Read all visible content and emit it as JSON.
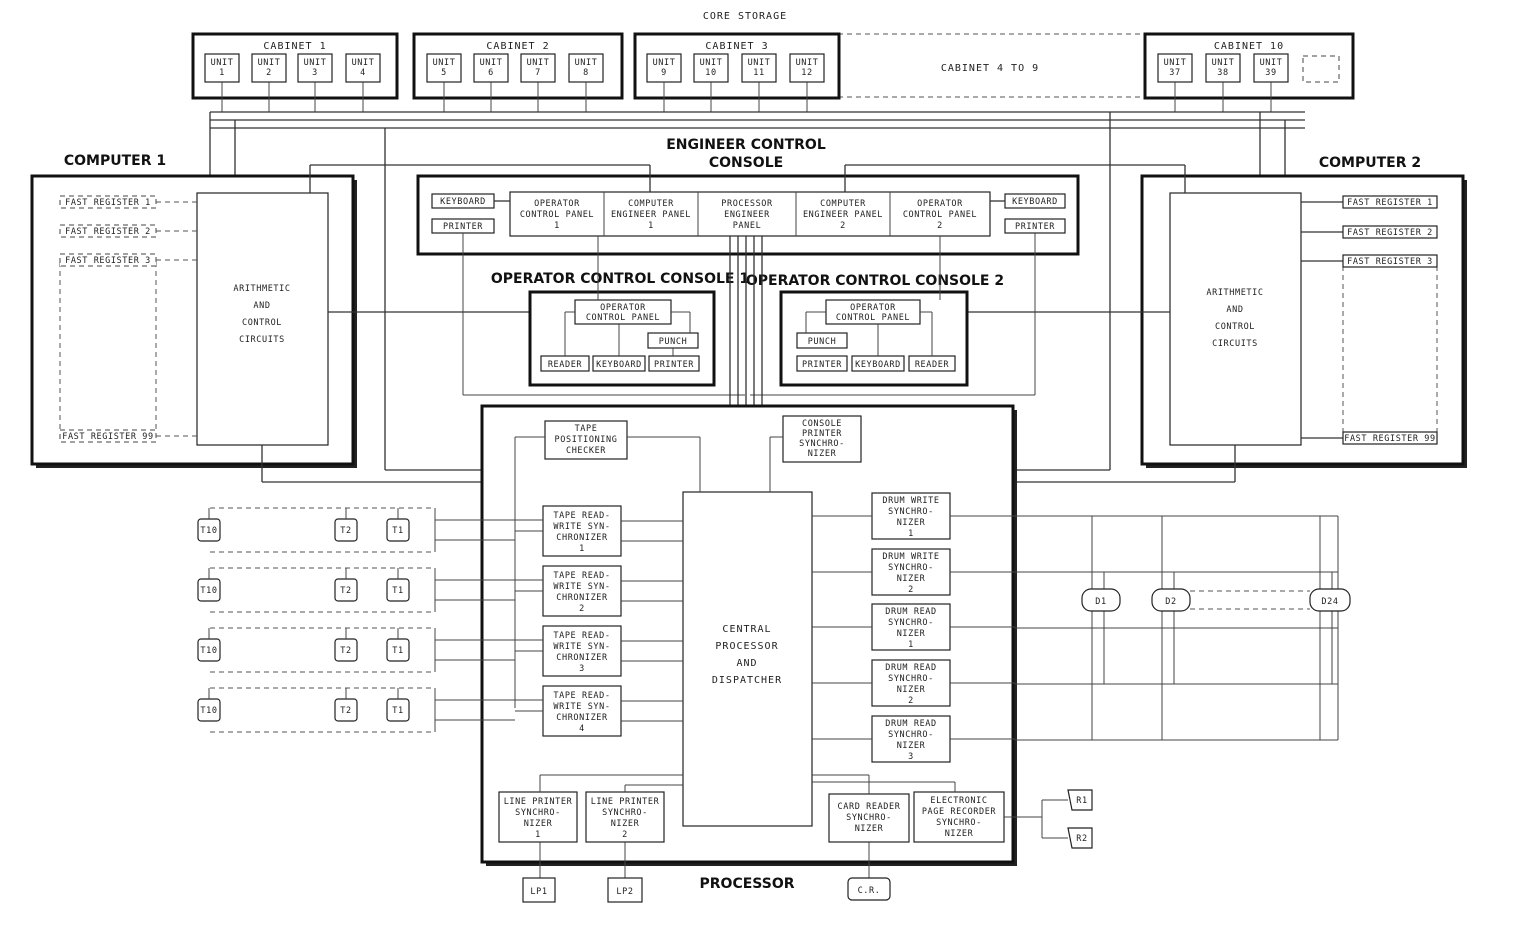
{
  "top_label": "CORE STORAGE",
  "cabinets": [
    {
      "label": "CABINET 1",
      "units": [
        "UNIT 1",
        "UNIT 2",
        "UNIT 3",
        "UNIT 4"
      ]
    },
    {
      "label": "CABINET 2",
      "units": [
        "UNIT 5",
        "UNIT 6",
        "UNIT 7",
        "UNIT 8"
      ]
    },
    {
      "label": "CABINET 3",
      "units": [
        "UNIT 9",
        "UNIT 10",
        "UNIT 11",
        "UNIT 12"
      ]
    },
    {
      "label": "CABINET 10",
      "units": [
        "UNIT 37",
        "UNIT 38",
        "UNIT 39"
      ]
    }
  ],
  "cabinets_4_to_9": "CABINET 4 TO 9",
  "computer1": {
    "title": "COMPUTER 1",
    "registers": [
      "FAST REGISTER 1",
      "FAST REGISTER 2",
      "FAST REGISTER 3",
      "FAST REGISTER 99"
    ],
    "arith": [
      "ARITHMETIC",
      "AND",
      "CONTROL",
      "CIRCUITS"
    ]
  },
  "computer2": {
    "title": "COMPUTER 2",
    "registers": [
      "FAST REGISTER 1",
      "FAST REGISTER 2",
      "FAST REGISTER 3",
      "FAST REGISTER 99"
    ],
    "arith": [
      "ARITHMETIC",
      "AND",
      "CONTROL",
      "CIRCUITS"
    ]
  },
  "engineer_console": {
    "title_line1": "ENGINEER CONTROL",
    "title_line2": "CONSOLE",
    "keyboard": "KEYBOARD",
    "printer": "PRINTER",
    "panels": [
      [
        "OPERATOR",
        "CONTROL PANEL",
        "1"
      ],
      [
        "COMPUTER",
        "ENGINEER PANEL",
        "1"
      ],
      [
        "PROCESSOR",
        "ENGINEER",
        "PANEL"
      ],
      [
        "COMPUTER",
        "ENGINEER PANEL",
        "2"
      ],
      [
        "OPERATOR",
        "CONTROL PANEL",
        "2"
      ]
    ]
  },
  "op_console1": {
    "title": "OPERATOR CONTROL CONSOLE 1",
    "panel": [
      "OPERATOR",
      "CONTROL PANEL"
    ],
    "punch": "PUNCH",
    "reader": "READER",
    "keyboard": "KEYBOARD",
    "printer": "PRINTER"
  },
  "op_console2": {
    "title": "OPERATOR CONTROL CONSOLE 2",
    "panel": [
      "OPERATOR",
      "CONTROL PANEL"
    ],
    "punch": "PUNCH",
    "printer": "PRINTER",
    "keyboard": "KEYBOARD",
    "reader": "READER"
  },
  "processor": {
    "title": "PROCESSOR",
    "tape_checker": [
      "TAPE",
      "POSITIONING",
      "CHECKER"
    ],
    "console_sync": [
      "CONSOLE",
      "PRINTER",
      "SYNCHRO-",
      "NIZER"
    ],
    "tape_syncs": [
      [
        "TAPE READ-",
        "WRITE SYN-",
        "CHRONIZER",
        "1"
      ],
      [
        "TAPE READ-",
        "WRITE SYN-",
        "CHRONIZER",
        "2"
      ],
      [
        "TAPE READ-",
        "WRITE SYN-",
        "CHRONIZER",
        "3"
      ],
      [
        "TAPE READ-",
        "WRITE SYN-",
        "CHRONIZER",
        "4"
      ]
    ],
    "central": [
      "CENTRAL",
      "PROCESSOR",
      "AND",
      "DISPATCHER"
    ],
    "drum_syncs": [
      [
        "DRUM WRITE",
        "SYNCHRO-",
        "NIZER",
        "1"
      ],
      [
        "DRUM WRITE",
        "SYNCHRO-",
        "NIZER",
        "2"
      ],
      [
        "DRUM READ",
        "SYNCHRO-",
        "NIZER",
        "1"
      ],
      [
        "DRUM READ",
        "SYNCHRO-",
        "NIZER",
        "2"
      ],
      [
        "DRUM READ",
        "SYNCHRO-",
        "NIZER",
        "3"
      ]
    ],
    "lp_syncs": [
      [
        "LINE PRINTER",
        "SYNCHRO-",
        "NIZER",
        "1"
      ],
      [
        "LINE PRINTER",
        "SYNCHRO-",
        "NIZER",
        "2"
      ]
    ],
    "card_sync": [
      "CARD READER",
      "SYNCHRO-",
      "NIZER"
    ],
    "page_sync": [
      "ELECTRONIC",
      "PAGE RECORDER",
      "SYNCHRO-",
      "NIZER"
    ]
  },
  "tapes": {
    "t10": "T10",
    "t2": "T2",
    "t1": "T1"
  },
  "drums": [
    "D1",
    "D2",
    "D24"
  ],
  "recorders": [
    "R1",
    "R2"
  ],
  "line_printers": [
    "LP1",
    "LP2"
  ],
  "card_reader": "C.R."
}
